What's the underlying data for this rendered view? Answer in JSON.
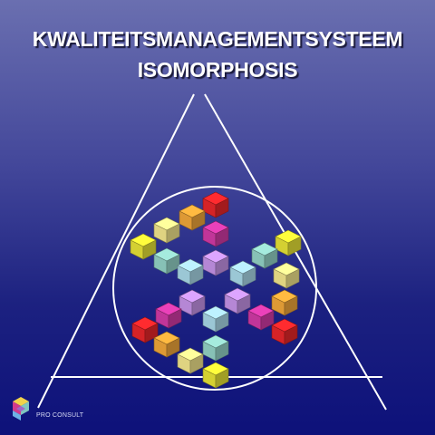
{
  "slide": {
    "title_line1": "KWALITEITSMANAGEMENTSYSTEEM",
    "title_line2": "ISOMORPHOSIS"
  },
  "footer": {
    "brand_text": "PRO CONSULT",
    "logo_icon": "isometric-cube-logo-icon"
  },
  "colors": {
    "background_top": "#6a6fb0",
    "background_bottom": "#0d117a",
    "lines": "#ffffff"
  }
}
